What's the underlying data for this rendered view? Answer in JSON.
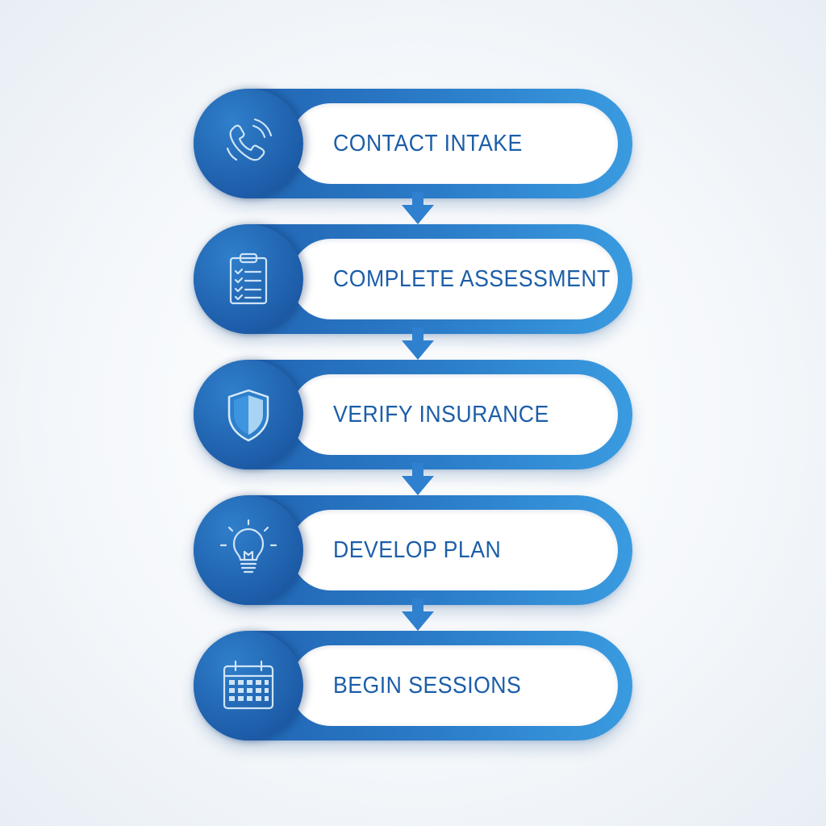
{
  "steps": [
    {
      "label": "CONTACT INTAKE",
      "icon": "phone-icon"
    },
    {
      "label": "COMPLETE ASSESSMENT",
      "icon": "clipboard-checklist-icon"
    },
    {
      "label": "VERIFY INSURANCE",
      "icon": "shield-icon"
    },
    {
      "label": "DEVELOP PLAN",
      "icon": "lightbulb-icon"
    },
    {
      "label": "BEGIN SESSIONS",
      "icon": "calendar-icon"
    }
  ],
  "colors": {
    "primary_dark": "#1d5ca8",
    "primary_light": "#3a9be0",
    "text": "#1c5ea8",
    "background": "#f5f8fb"
  }
}
